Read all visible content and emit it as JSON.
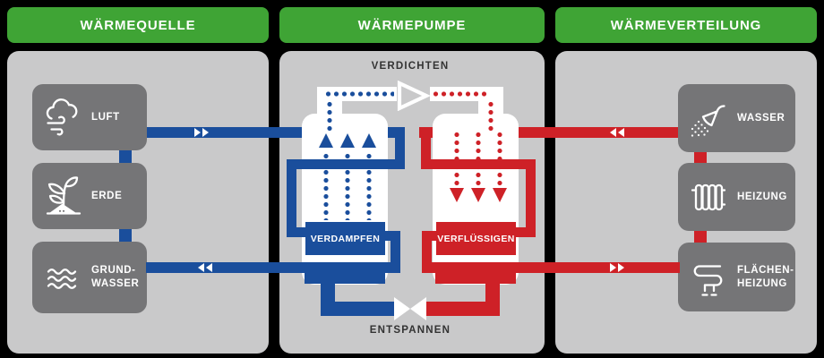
{
  "panels": {
    "source": {
      "header": "WÄRMEQUELLE"
    },
    "pump": {
      "header": "WÄRMEPUMPE"
    },
    "distribution": {
      "header": "WÄRMEVERTEILUNG"
    }
  },
  "source_items": [
    {
      "label": "LUFT",
      "icon": "cloud-wind-icon"
    },
    {
      "label": "ERDE",
      "icon": "sprout-plant-icon"
    },
    {
      "label_line1": "GRUND-",
      "label_line2": "WASSER",
      "icon": "groundwater-waves-icon"
    }
  ],
  "distribution_items": [
    {
      "label": "WASSER",
      "icon": "shower-icon"
    },
    {
      "label": "HEIZUNG",
      "icon": "radiator-icon"
    },
    {
      "label_line1": "FLÄCHEN-",
      "label_line2": "HEIZUNG",
      "icon": "underfloor-heating-coil-icon"
    }
  ],
  "process": {
    "compress": "VERDICHTEN",
    "evaporate": "VERDAMPFEN",
    "condense": "VERFLÜSSIGEN",
    "expand": "ENTSPANNEN"
  },
  "flows": {
    "source_to_pump_direction": "right",
    "pump_to_source_direction": "left",
    "distribution_to_pump_direction": "left",
    "pump_to_distribution_direction": "right"
  },
  "colors": {
    "header_green": "#3FA435",
    "panel_gray": "#C9C9CA",
    "box_gray": "#757577",
    "cold_blue": "#1A4E9C",
    "hot_red": "#CE2127",
    "label_dark": "#333333",
    "white": "#FFFFFF",
    "background": "#000000"
  }
}
